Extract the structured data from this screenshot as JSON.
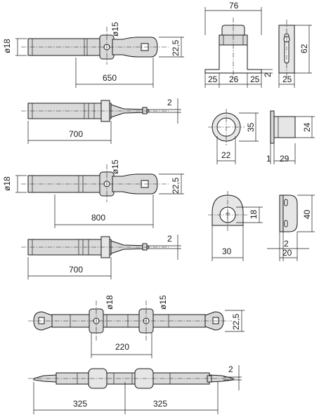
{
  "dimensions": {
    "bolt1_dia_rod": "ø18",
    "bolt1_dia_pin": "ø15",
    "bolt1_height": "22,5",
    "bolt1_length": "650",
    "bolt2_thickness": "2",
    "bolt2_length": "700",
    "bolt3_dia_rod": "ø18",
    "bolt3_dia_pin": "ø15",
    "bolt3_height": "22,5",
    "bolt3_length": "800",
    "bolt4_thickness": "2",
    "bolt4_length": "700",
    "bolt5_dia_rod": "ø18",
    "bolt5_dia_pin": "ø15",
    "bolt5_height": "22,5",
    "bolt5_length": "220",
    "bolt6_thickness": "2",
    "bolt6_left_length": "325",
    "bolt6_right_length": "325",
    "guide_front_width": "76",
    "guide_front_a": "25",
    "guide_front_b": "26",
    "guide_front_c": "25",
    "guide_front_thk": "2",
    "guide_side_width": "25",
    "guide_side_height": "62",
    "socket_front_height": "35",
    "socket_front_width": "22",
    "socket_side_height": "24",
    "socket_side_thk": "1",
    "socket_side_depth": "29",
    "keeper_front_height": "18",
    "keeper_front_width": "30",
    "keeper_side_height": "40",
    "keeper_side_thk": "2",
    "keeper_side_depth": "20"
  }
}
